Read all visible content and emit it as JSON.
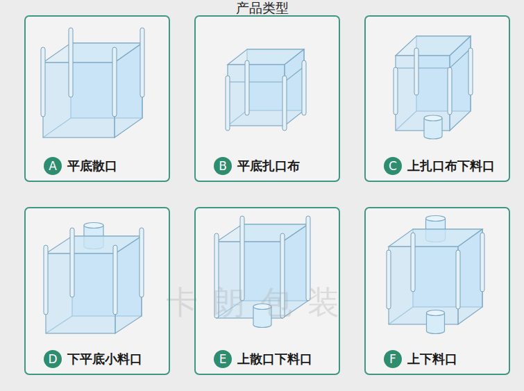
{
  "diagram": {
    "title": "产品类型",
    "nodes": [
      {
        "text": [
          "平底散口"
        ]
      },
      {
        "text": [
          "A"
        ],
        "in": 0
      },
      {
        "text": [
          "平底扎口布"
        ]
      },
      {
        "text": [
          "B"
        ],
        "in": 2
      },
      {
        "text": [
          "上扎口布下料口"
        ]
      },
      {
        "text": [
          "C"
        ],
        "in": 4
      },
      {
        "text": [
          "下平底小料口"
        ]
      },
      {
        "text": [
          "D"
        ],
        "in": 6
      },
      {
        "text": [
          "上散口下料口"
        ]
      },
      {
        "text": [
          "E"
        ],
        "in": 8
      },
      {
        "text": [
          "上下料口"
        ]
      },
      {
        "text": [
          "F"
        ],
        "in": 10
      }
    ],
    "labels": [
      "卡朗包装"
    ]
  }
}
